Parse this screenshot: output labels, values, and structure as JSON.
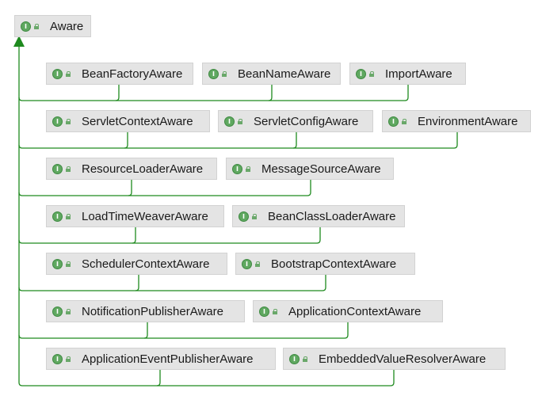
{
  "root": {
    "name": "Aware",
    "badge": "I"
  },
  "rows": [
    [
      {
        "name": "BeanFactoryAware",
        "badge": "I"
      },
      {
        "name": "BeanNameAware",
        "badge": "I"
      },
      {
        "name": "ImportAware",
        "badge": "I"
      }
    ],
    [
      {
        "name": "ServletContextAware",
        "badge": "I"
      },
      {
        "name": "ServletConfigAware",
        "badge": "I"
      },
      {
        "name": "EnvironmentAware",
        "badge": "I"
      }
    ],
    [
      {
        "name": "ResourceLoaderAware",
        "badge": "I"
      },
      {
        "name": "MessageSourceAware",
        "badge": "I"
      }
    ],
    [
      {
        "name": "LoadTimeWeaverAware",
        "badge": "I"
      },
      {
        "name": "BeanClassLoaderAware",
        "badge": "I"
      }
    ],
    [
      {
        "name": "SchedulerContextAware",
        "badge": "I"
      },
      {
        "name": "BootstrapContextAware",
        "badge": "I"
      }
    ],
    [
      {
        "name": "NotificationPublisherAware",
        "badge": "I"
      },
      {
        "name": "ApplicationContextAware",
        "badge": "I"
      }
    ],
    [
      {
        "name": "ApplicationEventPublisherAware",
        "badge": "I"
      },
      {
        "name": "EmbeddedValueResolverAware",
        "badge": "I"
      }
    ]
  ],
  "colors": {
    "edge": "#1e8a1e",
    "node_fill": "#e4e4e4",
    "node_border": "#d2d2d2",
    "interface_badge": "#5fa860"
  },
  "icons": {
    "interface": "interface-icon",
    "visibility": "public-lock-icon"
  }
}
